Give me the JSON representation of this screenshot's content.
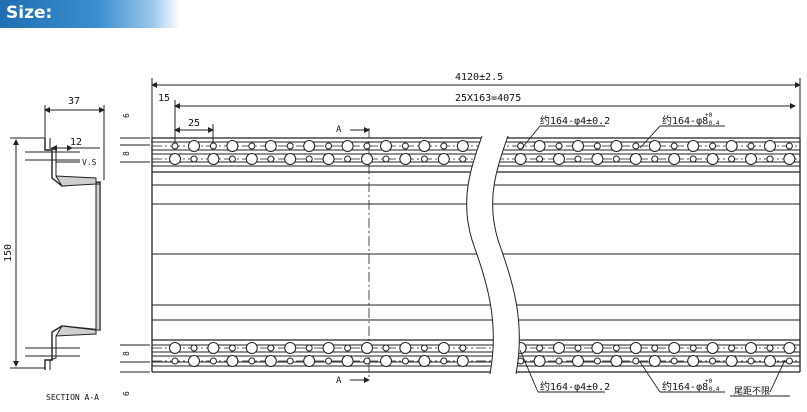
{
  "header": {
    "label": "Size:"
  },
  "section_view": {
    "width_dim": "37",
    "flange_dim": "12",
    "vs_label": "V.S",
    "height_dim": "150",
    "caption": "SECTION A-A"
  },
  "plan_view": {
    "overall_length": "4120±2.5",
    "pitch_dim": "25X163=4075",
    "end_offset": "15",
    "first_hole": "25",
    "small_hole_callout": "约164-φ4±0.2",
    "large_hole_callout_base": "约164-φ8",
    "large_hole_tol_upper": "+0",
    "large_hole_tol_lower": "-0.4",
    "tail_note": "尾距不限",
    "section_marker": "A",
    "side_dims": {
      "six": "6",
      "eight": "8"
    }
  },
  "colors": {
    "line": "#222222",
    "banner_start": "#1f6fb2",
    "banner_text": "#ffffff"
  }
}
